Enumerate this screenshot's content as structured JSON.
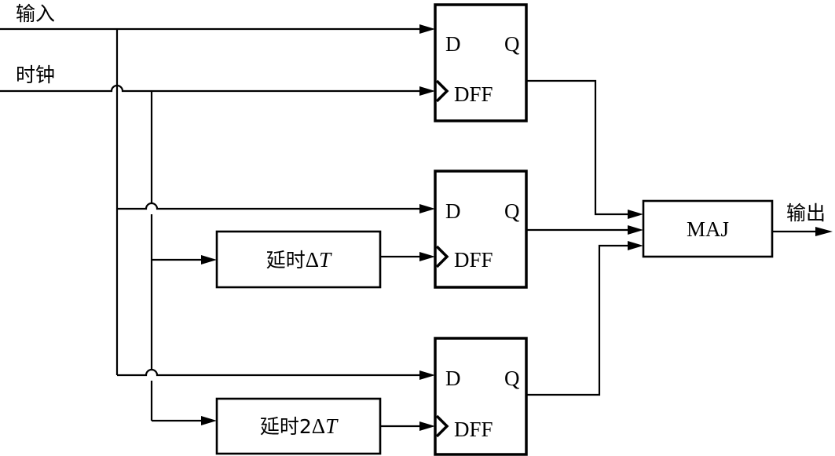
{
  "diagram": {
    "title": "",
    "inputs": {
      "data_label": "输入",
      "clock_label": "时钟"
    },
    "flip_flops": [
      {
        "id": "dff1",
        "d_label": "D",
        "q_label": "Q",
        "type_label": "DFF"
      },
      {
        "id": "dff2",
        "d_label": "D",
        "q_label": "Q",
        "type_label": "DFF"
      },
      {
        "id": "dff3",
        "d_label": "D",
        "q_label": "Q",
        "type_label": "DFF"
      }
    ],
    "delays": [
      {
        "id": "delay1",
        "prefix": "延时",
        "symbol": "Δ",
        "var": "T",
        "full_text": "延时ΔT"
      },
      {
        "id": "delay2",
        "prefix": "延时2",
        "symbol": "Δ",
        "var": "T",
        "full_text": "延时2ΔT"
      }
    ],
    "voter": {
      "label": "MAJ"
    },
    "output": {
      "label": "输出"
    },
    "connections": [
      {
        "from": "输入",
        "to": "dff1.D"
      },
      {
        "from": "输入",
        "to": "dff2.D"
      },
      {
        "from": "输入",
        "to": "dff3.D"
      },
      {
        "from": "时钟",
        "to": "dff1.CLK"
      },
      {
        "from": "时钟",
        "to": "delay1"
      },
      {
        "from": "delay1",
        "to": "dff2.CLK"
      },
      {
        "from": "时钟",
        "to": "delay2"
      },
      {
        "from": "delay2",
        "to": "dff3.CLK"
      },
      {
        "from": "dff1.Q",
        "to": "MAJ"
      },
      {
        "from": "dff2.Q",
        "to": "MAJ"
      },
      {
        "from": "dff3.Q",
        "to": "MAJ"
      },
      {
        "from": "MAJ",
        "to": "输出"
      }
    ],
    "colors": {
      "stroke": "#000000",
      "background": "#ffffff"
    }
  }
}
